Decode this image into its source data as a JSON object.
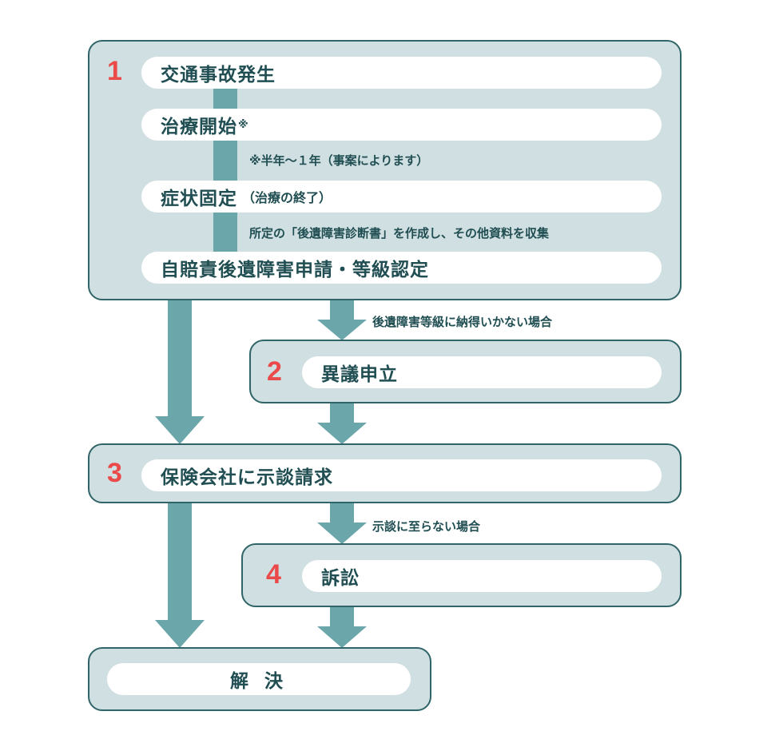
{
  "steps": {
    "s1": {
      "number": "1",
      "items": {
        "accident": "交通事故発生",
        "treatment_start": "治療開始",
        "treatment_mark": "※",
        "fixed": "症状固定",
        "fixed_note": "（治療の終了）",
        "application": "自賠責後遺障害申請・等級認定"
      },
      "notes": {
        "duration": "※半年〜１年（事案によります）",
        "documents": "所定の「後遺障害診断書」を作成し、その他資料を収集"
      }
    },
    "s2": {
      "number": "2",
      "label": "異議申立",
      "condition": "後遺障害等級に納得いかない場合"
    },
    "s3": {
      "number": "3",
      "label": "保険会社に示談請求"
    },
    "s4": {
      "number": "4",
      "label": "訴訟",
      "condition": "示談に至らない場合"
    },
    "final": {
      "label": "解 決"
    }
  },
  "colors": {
    "box_fill": "#d0dfe1",
    "box_border": "#2f6468",
    "arrow": "#6ba6aa",
    "text": "#204e52",
    "number": "#ea4a4a"
  }
}
